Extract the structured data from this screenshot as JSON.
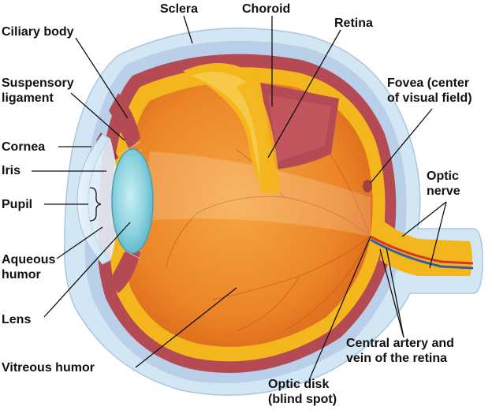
{
  "labels": {
    "sclera": "Sclera",
    "choroid": "Choroid",
    "retina": "Retina",
    "ciliary_body": "Ciliary body",
    "suspensory_ligament": [
      "Suspensory",
      "ligament"
    ],
    "cornea": "Cornea",
    "iris": "Iris",
    "pupil": "Pupil",
    "aqueous_humor": [
      "Aqueous",
      "humor"
    ],
    "lens": "Lens",
    "vitreous_humor": "Vitreous humor",
    "fovea": [
      "Fovea (center",
      "of visual field)"
    ],
    "optic_nerve": [
      "Optic",
      "nerve"
    ],
    "central_artery": [
      "Central artery and",
      "vein of the retina"
    ],
    "optic_disk": [
      "Optic disk",
      "(blind spot)"
    ]
  },
  "colors": {
    "outer_sheath": "#cfe3f3",
    "sclera": "#b5cde6",
    "choroid": "#b84a55",
    "retina": "#f2b318",
    "vitreous": "#ee8a2c",
    "cornea": "#d6e9f6",
    "lens": "#7ec9d8",
    "artery": "#d6362b",
    "vein": "#2f5fa8"
  }
}
